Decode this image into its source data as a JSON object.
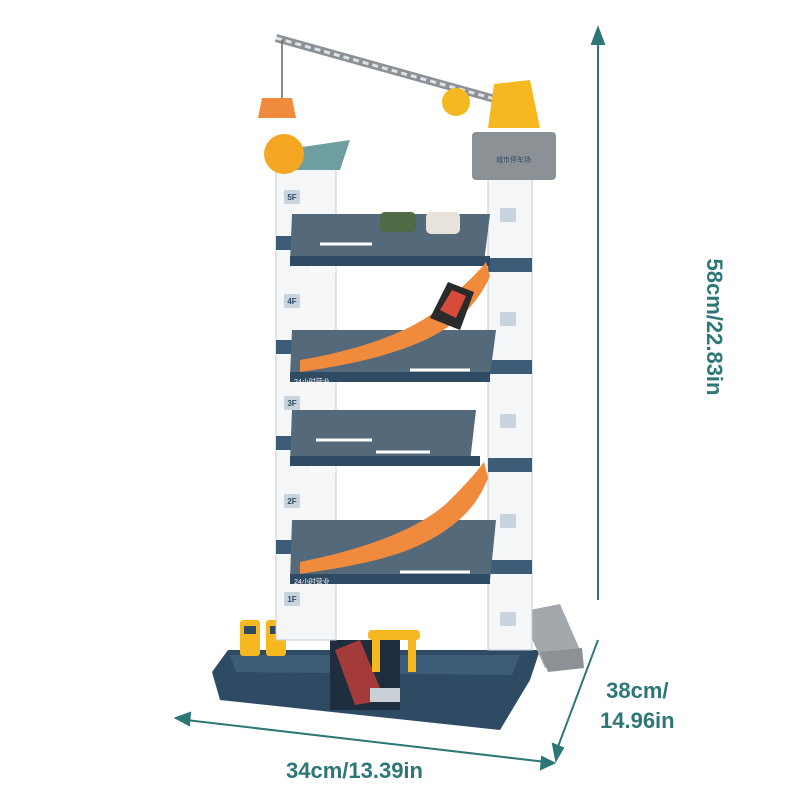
{
  "dimensions": {
    "height": "58cm/22.83in",
    "depth_cm": "38cm/",
    "depth_in": "14.96in",
    "width": "34cm/13.39in"
  },
  "signs": {
    "parking_sign": "城市停车场",
    "hours_sign": "24小时营业",
    "floors": [
      "5F",
      "4F",
      "3F",
      "2F",
      "1F"
    ]
  },
  "colors": {
    "teal": "#2d7777",
    "navy": "#2f4a63",
    "orange": "#f08a3c",
    "yellow": "#f5b820",
    "white": "#f4f6f8",
    "grey": "#8c9196"
  }
}
